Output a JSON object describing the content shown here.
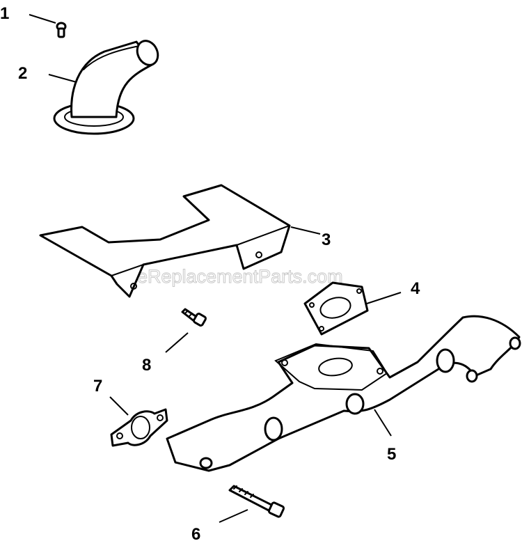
{
  "watermark": "eReplacementParts.com",
  "callouts": {
    "c1": "1",
    "c2": "2",
    "c3": "3",
    "c4": "4",
    "c5": "5",
    "c6": "6",
    "c7": "7",
    "c8": "8"
  },
  "colors": {
    "line": "#000000",
    "background": "#ffffff",
    "watermark": "#c8c8c8"
  }
}
